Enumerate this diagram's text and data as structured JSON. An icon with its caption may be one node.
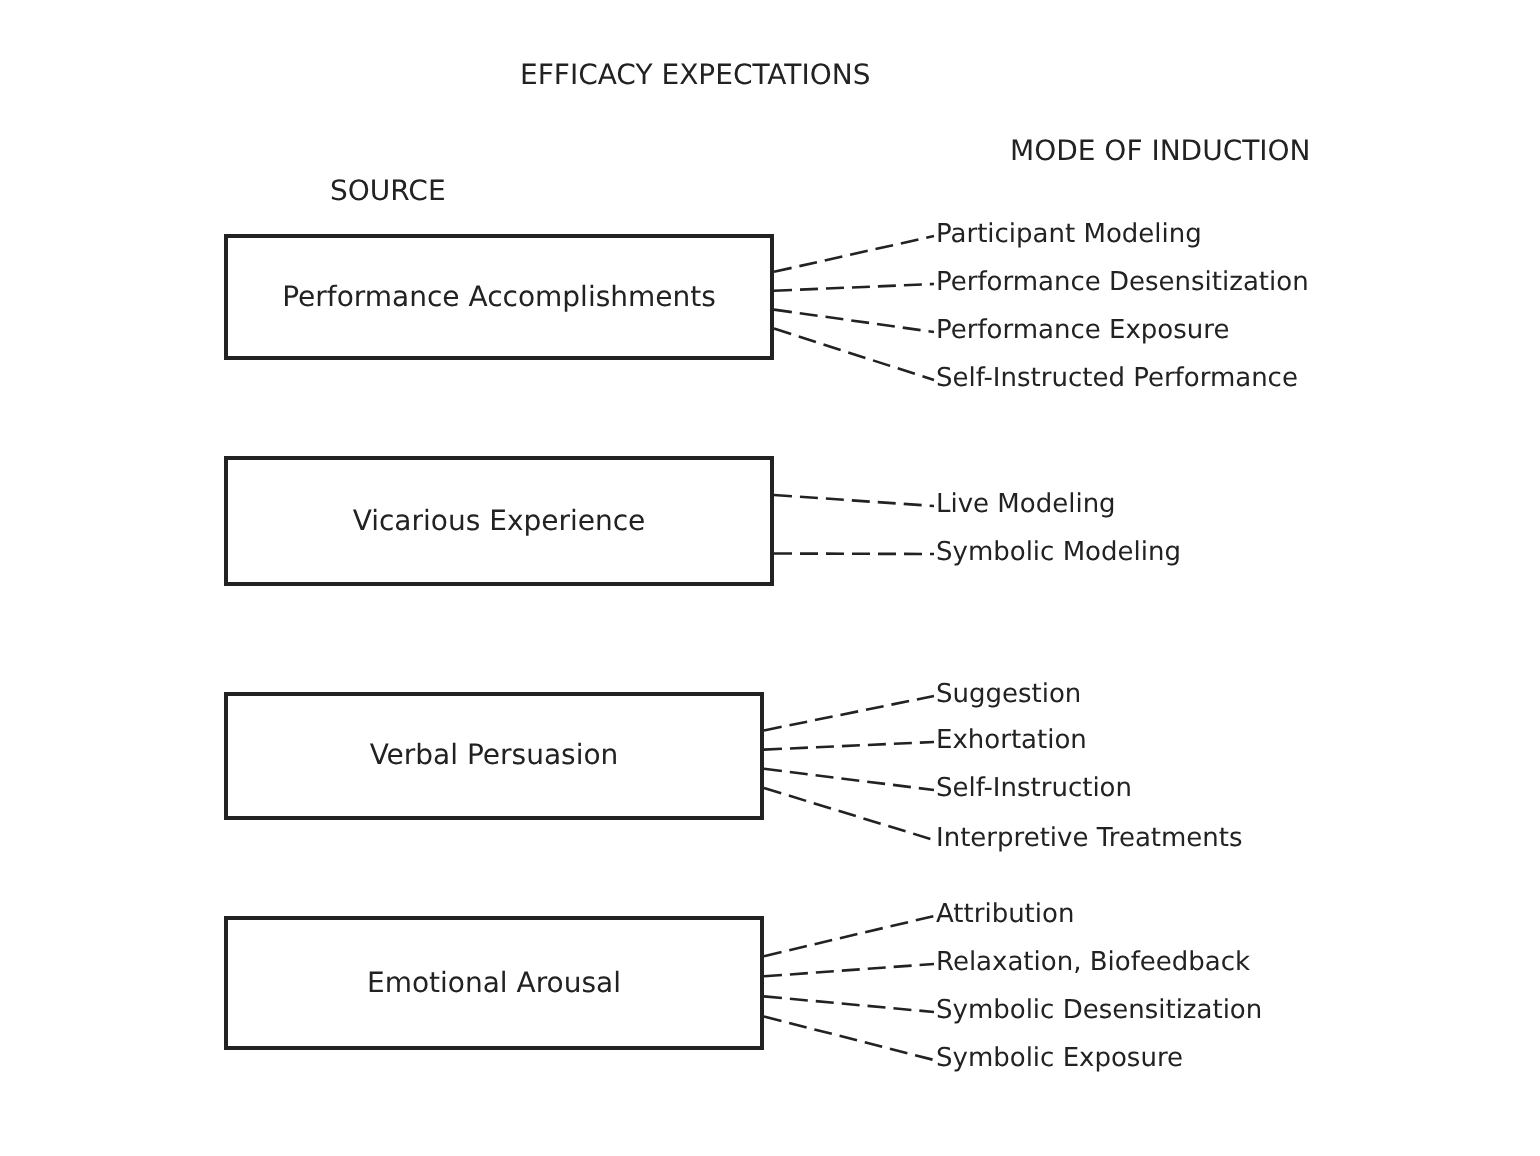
{
  "diagram": {
    "title": "EFFICACY EXPECTATIONS",
    "nodes": [
      {
        "text": [
          "Performance Accomplishments"
        ]
      },
      {
        "text": [
          "Participant Modeling"
        ]
      },
      {
        "text": [
          "Performance Desensitization"
        ]
      },
      {
        "text": [
          "Performance Exposure"
        ]
      },
      {
        "text": [
          "Self-Instructed Performance"
        ]
      },
      {
        "text": [
          "Vicarious Experience"
        ]
      },
      {
        "text": [
          "Live Modeling"
        ]
      },
      {
        "text": [
          "Symbolic Modeling"
        ]
      },
      {
        "text": [
          "Verbal Persuasion"
        ]
      },
      {
        "text": [
          "Suggestion"
        ]
      },
      {
        "text": [
          "Exhortation"
        ]
      },
      {
        "text": [
          "Self-Instruction"
        ]
      },
      {
        "text": [
          "Interpretive Treatments"
        ]
      },
      {
        "text": [
          "Emotional Arousal"
        ]
      },
      {
        "text": [
          "Attribution"
        ]
      },
      {
        "text": [
          "Relaxation, Biofeedback"
        ]
      },
      {
        "text": [
          "Symbolic Desensitization"
        ]
      },
      {
        "text": [
          "Symbolic Exposure"
        ]
      }
    ],
    "edges": [
      {
        "from": 0,
        "to": 1,
        "arrow": "none",
        "style": "dashed"
      },
      {
        "from": 0,
        "to": 2,
        "arrow": "none",
        "style": "dashed"
      },
      {
        "from": 0,
        "to": 3,
        "arrow": "none",
        "style": "dashed"
      },
      {
        "from": 0,
        "to": 4,
        "arrow": "none",
        "style": "dashed"
      },
      {
        "from": 5,
        "to": 6,
        "arrow": "none",
        "style": "dashed"
      },
      {
        "from": 5,
        "to": 7,
        "arrow": "none",
        "style": "dashed"
      },
      {
        "from": 8,
        "to": 9,
        "arrow": "none",
        "style": "dashed"
      },
      {
        "from": 8,
        "to": 10,
        "arrow": "none",
        "style": "dashed"
      },
      {
        "from": 8,
        "to": 11,
        "arrow": "none",
        "style": "dashed"
      },
      {
        "from": 8,
        "to": 12,
        "arrow": "none",
        "style": "dashed"
      },
      {
        "from": 13,
        "to": 14,
        "arrow": "none",
        "style": "dashed"
      },
      {
        "from": 13,
        "to": 15,
        "arrow": "none",
        "style": "dashed"
      },
      {
        "from": 13,
        "to": 16,
        "arrow": "none",
        "style": "dashed"
      },
      {
        "from": 13,
        "to": 17,
        "arrow": "none",
        "style": "dashed"
      }
    ],
    "labels": [
      "SOURCE",
      "MODE OF INDUCTION"
    ]
  }
}
